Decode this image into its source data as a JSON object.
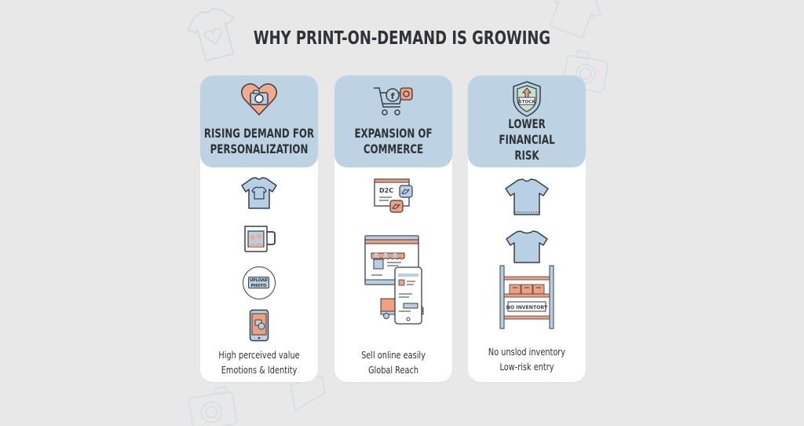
{
  "title": "WHY PRINT-ON-DEMAND IS GROWING",
  "colors": {
    "background": "#e8e8e8",
    "card_header": "#bdd3e4",
    "card_body": "#ffffff",
    "accent_orange": "#f0a07c",
    "accent_blue": "#b7d0e6",
    "text": "#2f3336"
  },
  "cards": [
    {
      "header_icon": "heart-camera-icon",
      "title_lines": [
        "RISING DEMAND FOR",
        "PERSONALIZATION"
      ],
      "body_icons": [
        "tshirt-print-icon",
        "photo-mug-icon",
        "upload-photo-icon",
        "smartphone-photo-icon"
      ],
      "upload_label_lines": [
        "UPLOAD",
        "PHOTO"
      ],
      "footer_lines": [
        "High perceived value",
        "Emotions & Identity"
      ]
    },
    {
      "header_icon": "shopping-cart-social-icon",
      "title_lines": [
        "EXPANSION OF",
        "COMMERCE"
      ],
      "body_icons": [
        "d2c-social-window-icon",
        "online-store-mobile-delivery-icon"
      ],
      "d2c_label": "D2C",
      "footer_lines": [
        "Sell online easily",
        "Global Reach"
      ]
    },
    {
      "header_icon": "shield-stock-icon",
      "stock_label": "STOCK",
      "title_lines": [
        "LOWER",
        "FINANCIAL",
        "RISK"
      ],
      "body_icons": [
        "tshirt-icon",
        "tshirt-shelf-icon"
      ],
      "no_inventory_label": "NO INVENTORY",
      "footer_lines": [
        "No unslod inventory",
        "Low-risk entry"
      ]
    }
  ]
}
